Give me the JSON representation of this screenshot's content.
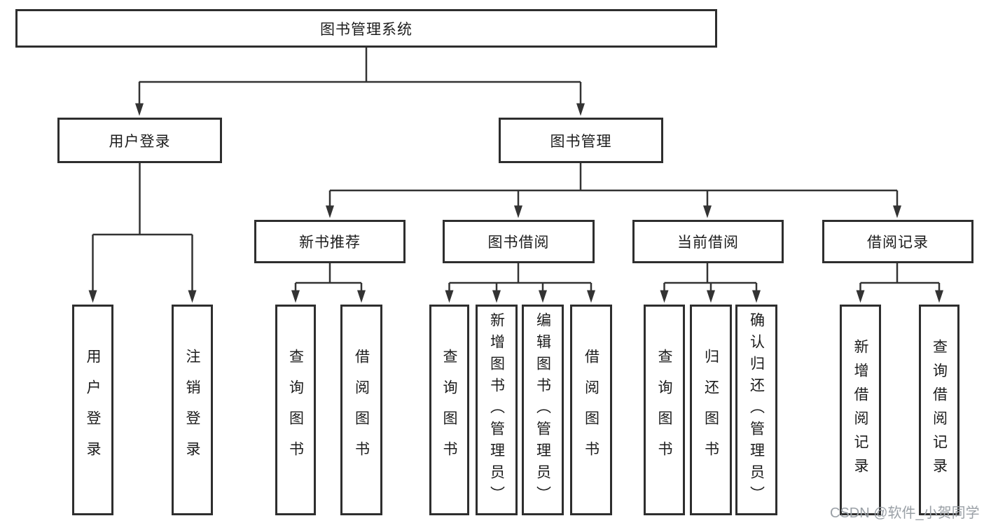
{
  "diagram_title": "图书管理系统",
  "nodes": {
    "root": {
      "label": "图书管理系统"
    },
    "user_login": {
      "label": "用户登录"
    },
    "book_mgmt": {
      "label": "图书管理"
    },
    "new_book_rec": {
      "label": "新书推荐"
    },
    "book_borrow": {
      "label": "图书借阅"
    },
    "current_borrow": {
      "label": "当前借阅"
    },
    "borrow_record": {
      "label": "借阅记录"
    },
    "leaf_user_login": {
      "label": "用户登录"
    },
    "leaf_logout": {
      "label": "注销登录"
    },
    "leaf_search_book_rec": {
      "label": "查询图书"
    },
    "leaf_borrow_book_rec": {
      "label": "借阅图书"
    },
    "leaf_search_book_bb": {
      "label": "查询图书"
    },
    "leaf_add_book": {
      "label": "新增图书（管理员）"
    },
    "leaf_edit_book": {
      "label": "编辑图书（管理员）"
    },
    "leaf_borrow_book_bb": {
      "label": "借阅图书"
    },
    "leaf_search_book_cur": {
      "label": "查询图书"
    },
    "leaf_return_book": {
      "label": "归还图书"
    },
    "leaf_confirm_return": {
      "label": "确认归还（管理员）"
    },
    "leaf_add_record": {
      "label": "新增借阅记录"
    },
    "leaf_search_record": {
      "label": "查询借阅记录"
    }
  },
  "hierarchy": {
    "图书管理系统": {
      "用户登录": [
        "用户登录",
        "注销登录"
      ],
      "图书管理": {
        "新书推荐": [
          "查询图书",
          "借阅图书"
        ],
        "图书借阅": [
          "查询图书",
          "新增图书（管理员）",
          "编辑图书（管理员）",
          "借阅图书"
        ],
        "当前借阅": [
          "查询图书",
          "归还图书",
          "确认归还（管理员）"
        ],
        "借阅记录": [
          "新增借阅记录",
          "查询借阅记录"
        ]
      }
    }
  },
  "watermark": {
    "text": "CSDN @软件_小贺同学"
  },
  "colors": {
    "line": "#333333",
    "box_border": "#2e2e2e",
    "box_background": "#ffffff",
    "text": "#1c1c1c",
    "watermark": "#9aa0a6",
    "page_background": "#ffffff"
  }
}
